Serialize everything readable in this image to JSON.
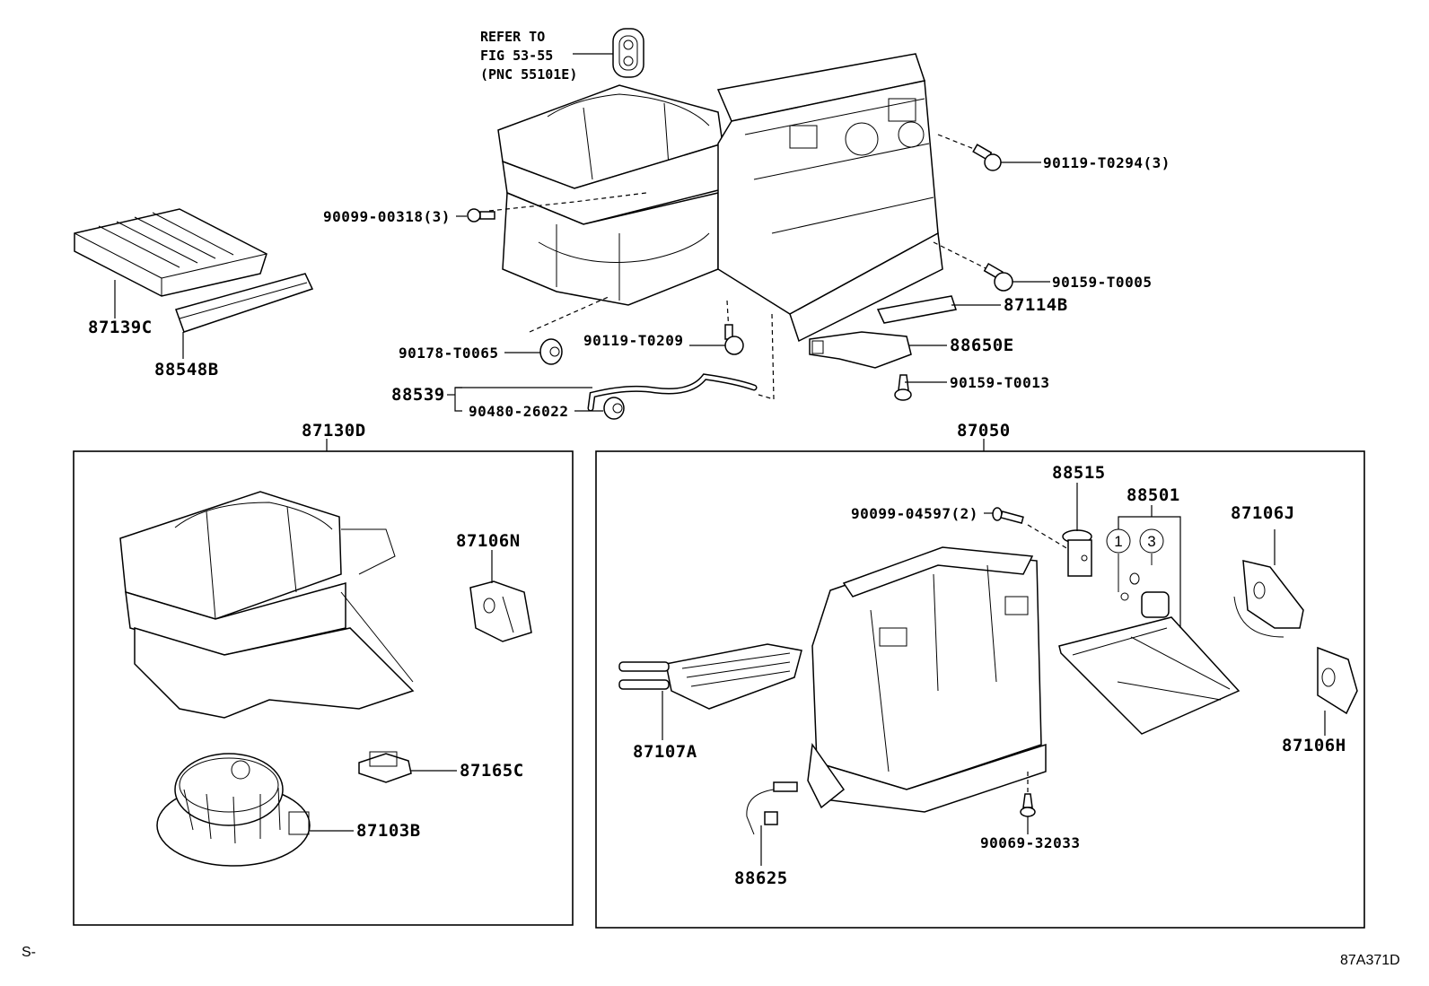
{
  "diagram": {
    "reference_note": [
      "REFER TO",
      "FIG 53-55",
      "(PNC 55101E)"
    ],
    "figure_code": "87A371D",
    "footer_left": "S-",
    "parts": {
      "p90119_T0294": "90119-T0294(3)",
      "p90099_00318": "90099-00318(3)",
      "p90159_T0005": "90159-T0005",
      "p87114B": "87114B",
      "p87139C": "87139C",
      "p88548B": "88548B",
      "p90178_T0065": "90178-T0065",
      "p90119_T0209": "90119-T0209",
      "p88650E": "88650E",
      "p90159_T0013": "90159-T0013",
      "p88539": "88539",
      "p90480_26022": "90480-26022",
      "p87130D": "87130D",
      "p87050": "87050",
      "p87106N": "87106N",
      "p87165C": "87165C",
      "p87103B": "87103B",
      "p88515": "88515",
      "p88501": "88501",
      "p90099_04597": "90099-04597(2)",
      "p87106J": "87106J",
      "p87106H": "87106H",
      "p87107A": "87107A",
      "p88625": "88625",
      "p90069_32033": "90069-32033"
    },
    "circled_refs": [
      "1",
      "3"
    ]
  }
}
